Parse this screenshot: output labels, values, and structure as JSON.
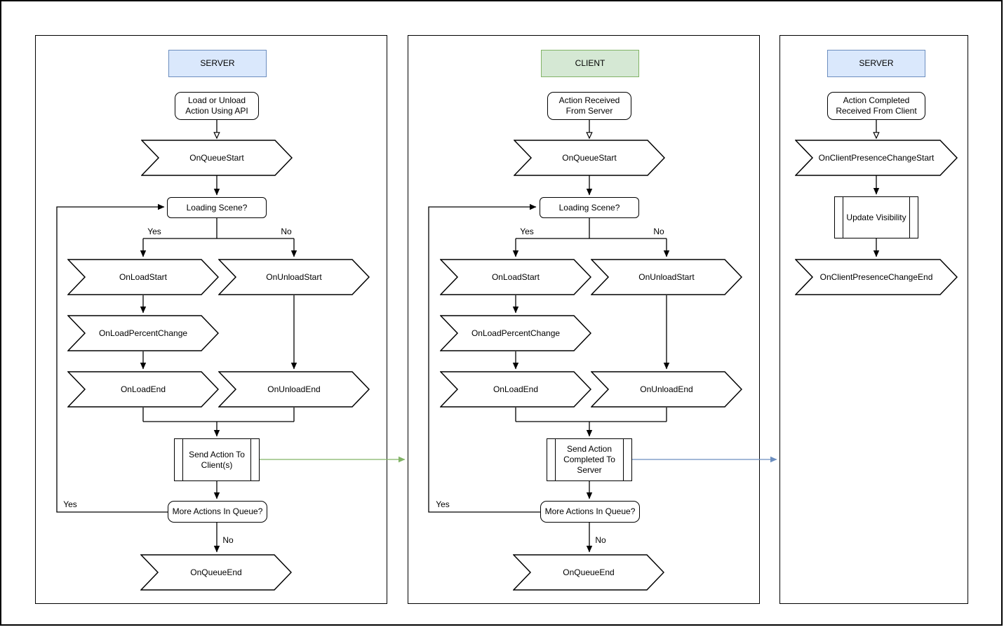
{
  "colors": {
    "server_header_fill": "#dae8fc",
    "server_header_border": "#6c8ebf",
    "client_header_fill": "#d5e8d4",
    "client_header_border": "#82b366",
    "server_to_client_arrow": "#82b366",
    "client_to_server_arrow": "#6c8ebf",
    "shape_stroke": "#000000"
  },
  "panels": [
    {
      "header": "SERVER",
      "nodes": {
        "start": "Load or Unload Action Using API",
        "on_queue_start": "OnQueueStart",
        "loading_scene": "Loading Scene?",
        "branch_yes": "Yes",
        "branch_no": "No",
        "on_load_start": "OnLoadStart",
        "on_unload_start": "OnUnloadStart",
        "on_load_percent_change": "OnLoadPercentChange",
        "on_load_end": "OnLoadEnd",
        "on_unload_end": "OnUnloadEnd",
        "subprocess": "Send Action To Client(s)",
        "more_actions": "More Actions In Queue?",
        "loop_yes": "Yes",
        "down_no": "No",
        "on_queue_end": "OnQueueEnd"
      }
    },
    {
      "header": "CLIENT",
      "nodes": {
        "start": "Action Received From Server",
        "on_queue_start": "OnQueueStart",
        "loading_scene": "Loading Scene?",
        "branch_yes": "Yes",
        "branch_no": "No",
        "on_load_start": "OnLoadStart",
        "on_unload_start": "OnUnloadStart",
        "on_load_percent_change": "OnLoadPercentChange",
        "on_load_end": "OnLoadEnd",
        "on_unload_end": "OnUnloadEnd",
        "subprocess": "Send Action Completed To Server",
        "more_actions": "More Actions In Queue?",
        "loop_yes": "Yes",
        "down_no": "No",
        "on_queue_end": "OnQueueEnd"
      }
    },
    {
      "header": "SERVER",
      "nodes": {
        "start": "Action Completed Received From Client",
        "on_client_presence_change_start": "OnClientPresenceChangeStart",
        "subprocess": "Update Visibility",
        "on_client_presence_change_end": "OnClientPresenceChangeEnd"
      }
    }
  ]
}
